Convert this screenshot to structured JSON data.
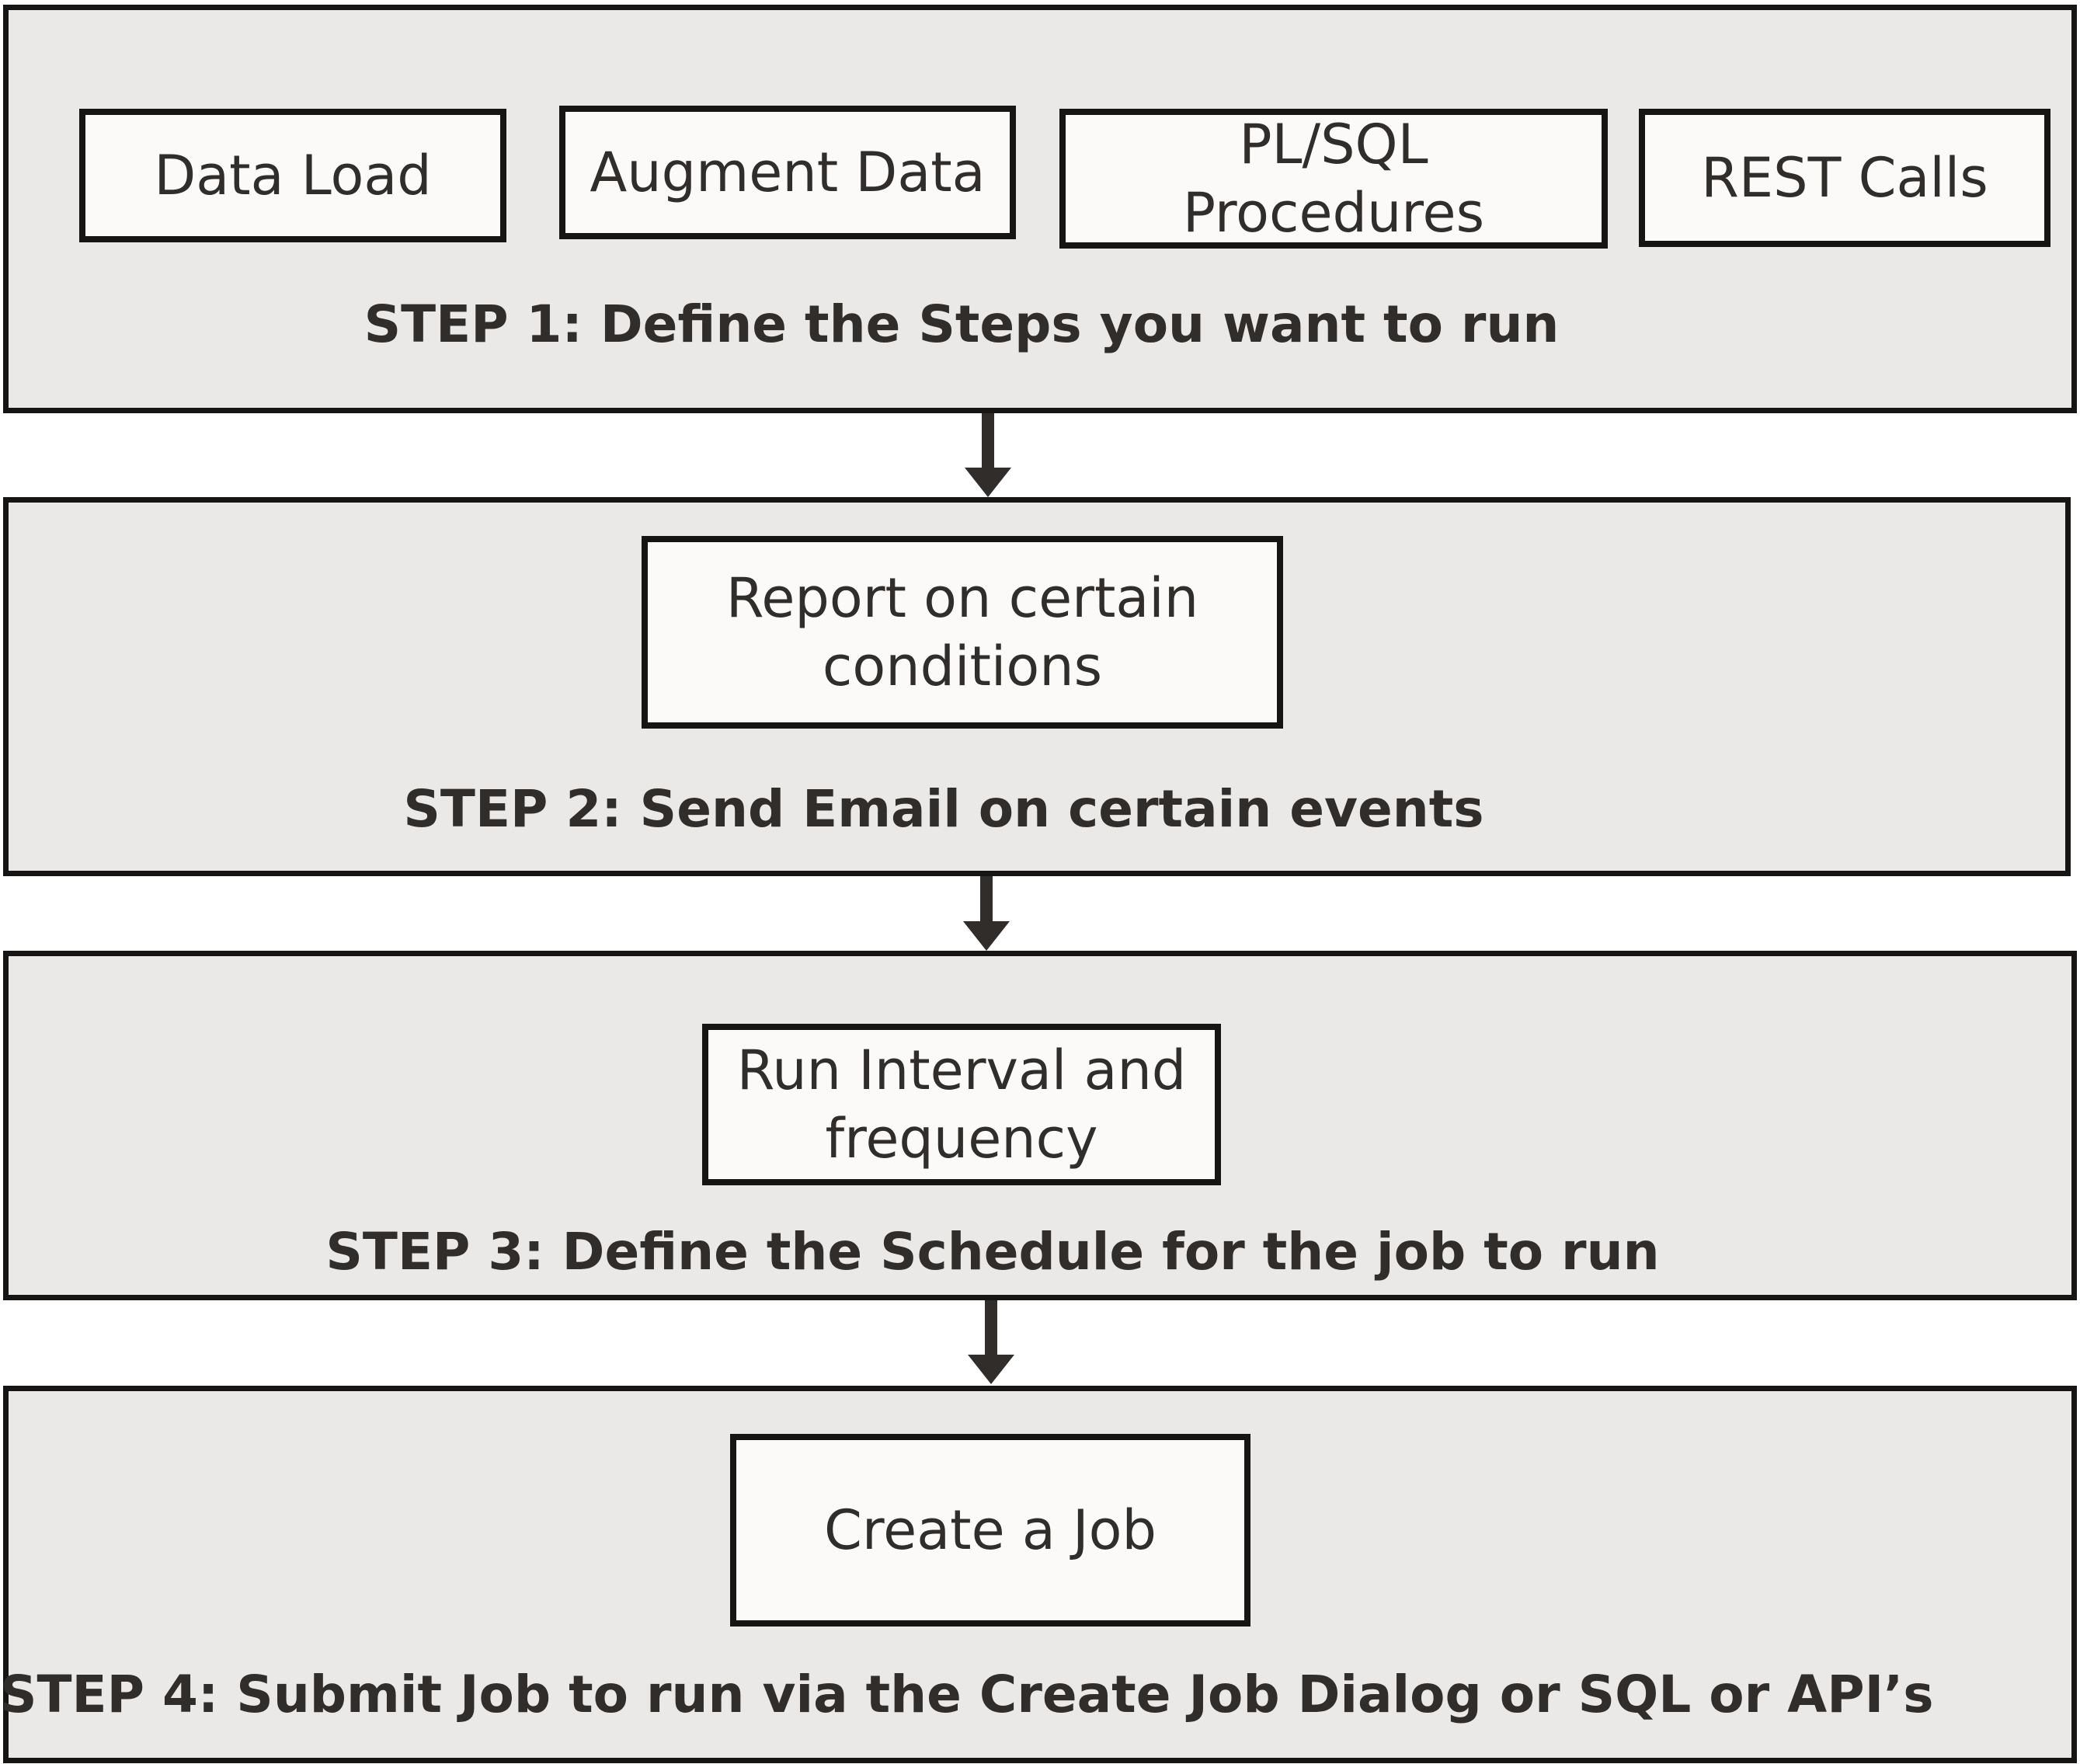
{
  "steps": [
    {
      "title": "STEP 1: Define the Steps you want to run",
      "boxes": [
        "Data Load",
        "Augment Data",
        "PL/SQL\nProcedures",
        "REST Calls"
      ]
    },
    {
      "title": "STEP 2: Send Email on certain events",
      "boxes": [
        "Report on certain\nconditions"
      ]
    },
    {
      "title": "STEP 3: Define the Schedule for the job to run",
      "boxes": [
        "Run Interval and\nfrequency"
      ]
    },
    {
      "title": "STEP 4: Submit Job to run via the Create Job Dialog or  SQL or API’s",
      "boxes": [
        "Create a Job"
      ]
    }
  ],
  "colors": {
    "panel_fill": "#ebe9e7",
    "box_fill": "#fbfaf9",
    "border": "#161513",
    "text": "#312d2a"
  }
}
